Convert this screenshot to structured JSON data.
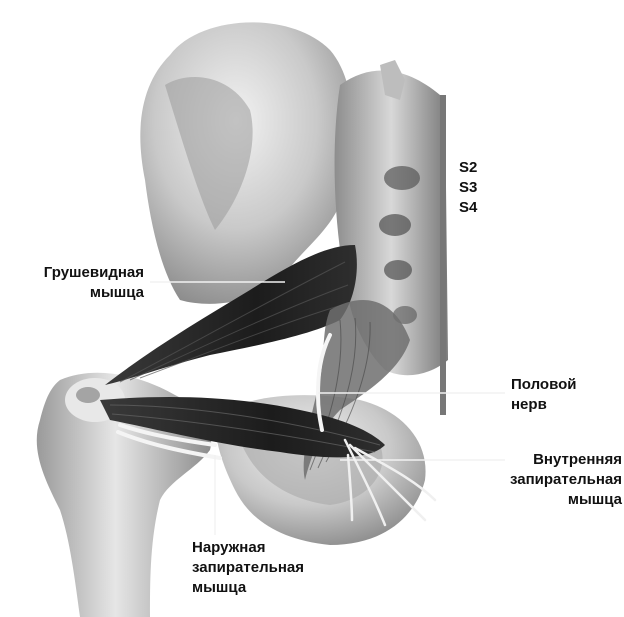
{
  "labels": {
    "sacral_levels": [
      "S2",
      "S3",
      "S4"
    ],
    "piriformis": [
      "Грушевидная",
      "мышца"
    ],
    "pudendal_nerve": [
      "Половой",
      "нерв"
    ],
    "internal_obturator": [
      "Внутренняя",
      "запирательная",
      "мышца"
    ],
    "external_obturator": [
      "Наружная",
      "запирательная",
      "мышца"
    ]
  }
}
